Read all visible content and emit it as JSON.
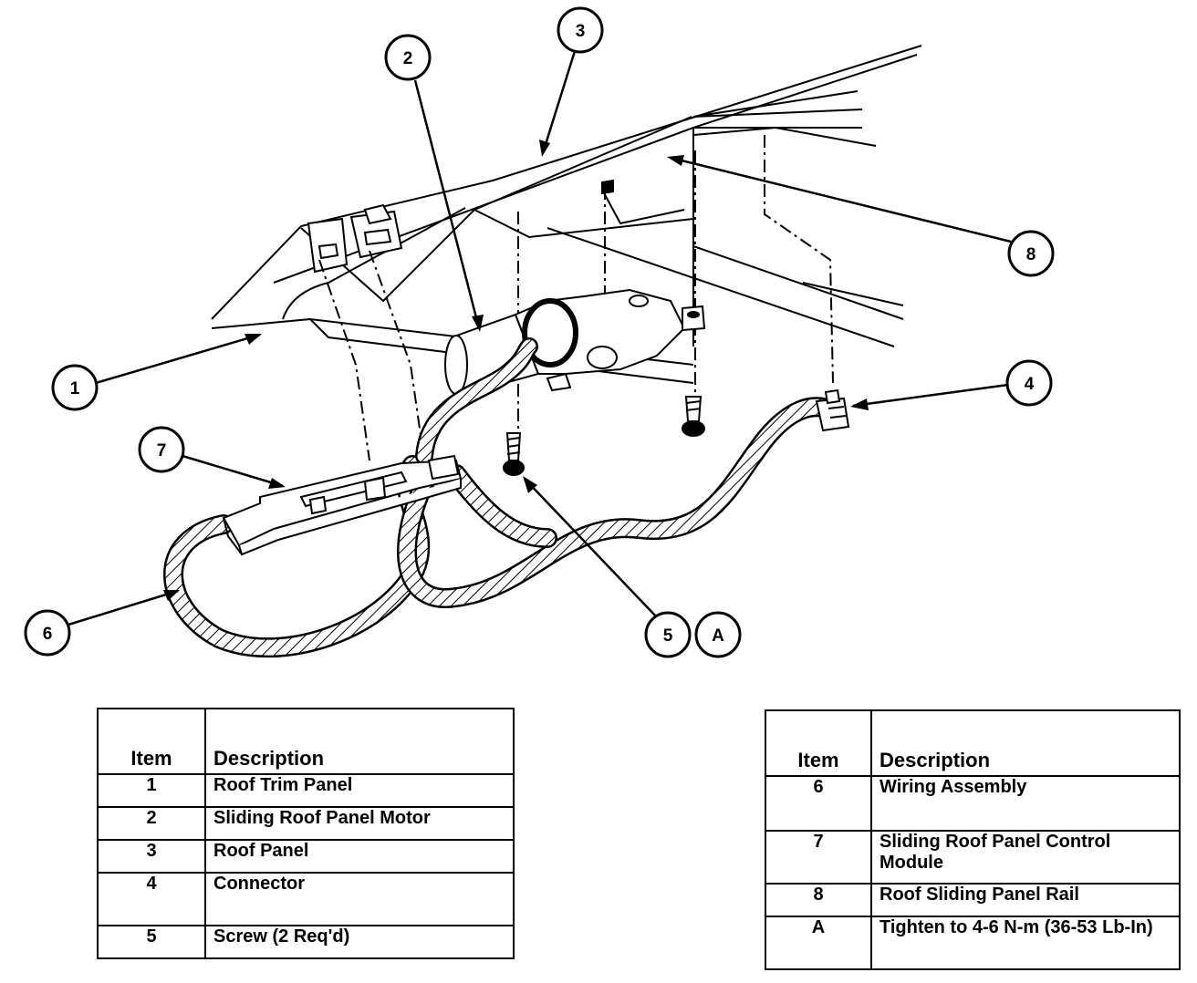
{
  "callouts": [
    "1",
    "2",
    "3",
    "4",
    "5",
    "6",
    "7",
    "8",
    "A"
  ],
  "table_left": {
    "header": {
      "item": "Item",
      "description": "Description"
    },
    "rows": [
      {
        "item": "1",
        "description": "Roof Trim Panel"
      },
      {
        "item": "2",
        "description": "Sliding Roof Panel Motor"
      },
      {
        "item": "3",
        "description": "Roof Panel"
      },
      {
        "item": "4",
        "description": "Connector"
      },
      {
        "item": "5",
        "description": "Screw (2 Req'd)"
      }
    ]
  },
  "table_right": {
    "header": {
      "item": "Item",
      "description": "Description"
    },
    "rows": [
      {
        "item": "6",
        "description": "Wiring Assembly"
      },
      {
        "item": "7",
        "description": "Sliding Roof Panel Control Module"
      },
      {
        "item": "8",
        "description": "Roof Sliding Panel Rail"
      },
      {
        "item": "A",
        "description": "Tighten to 4-6 N-m (36-53 Lb-In)"
      }
    ]
  }
}
